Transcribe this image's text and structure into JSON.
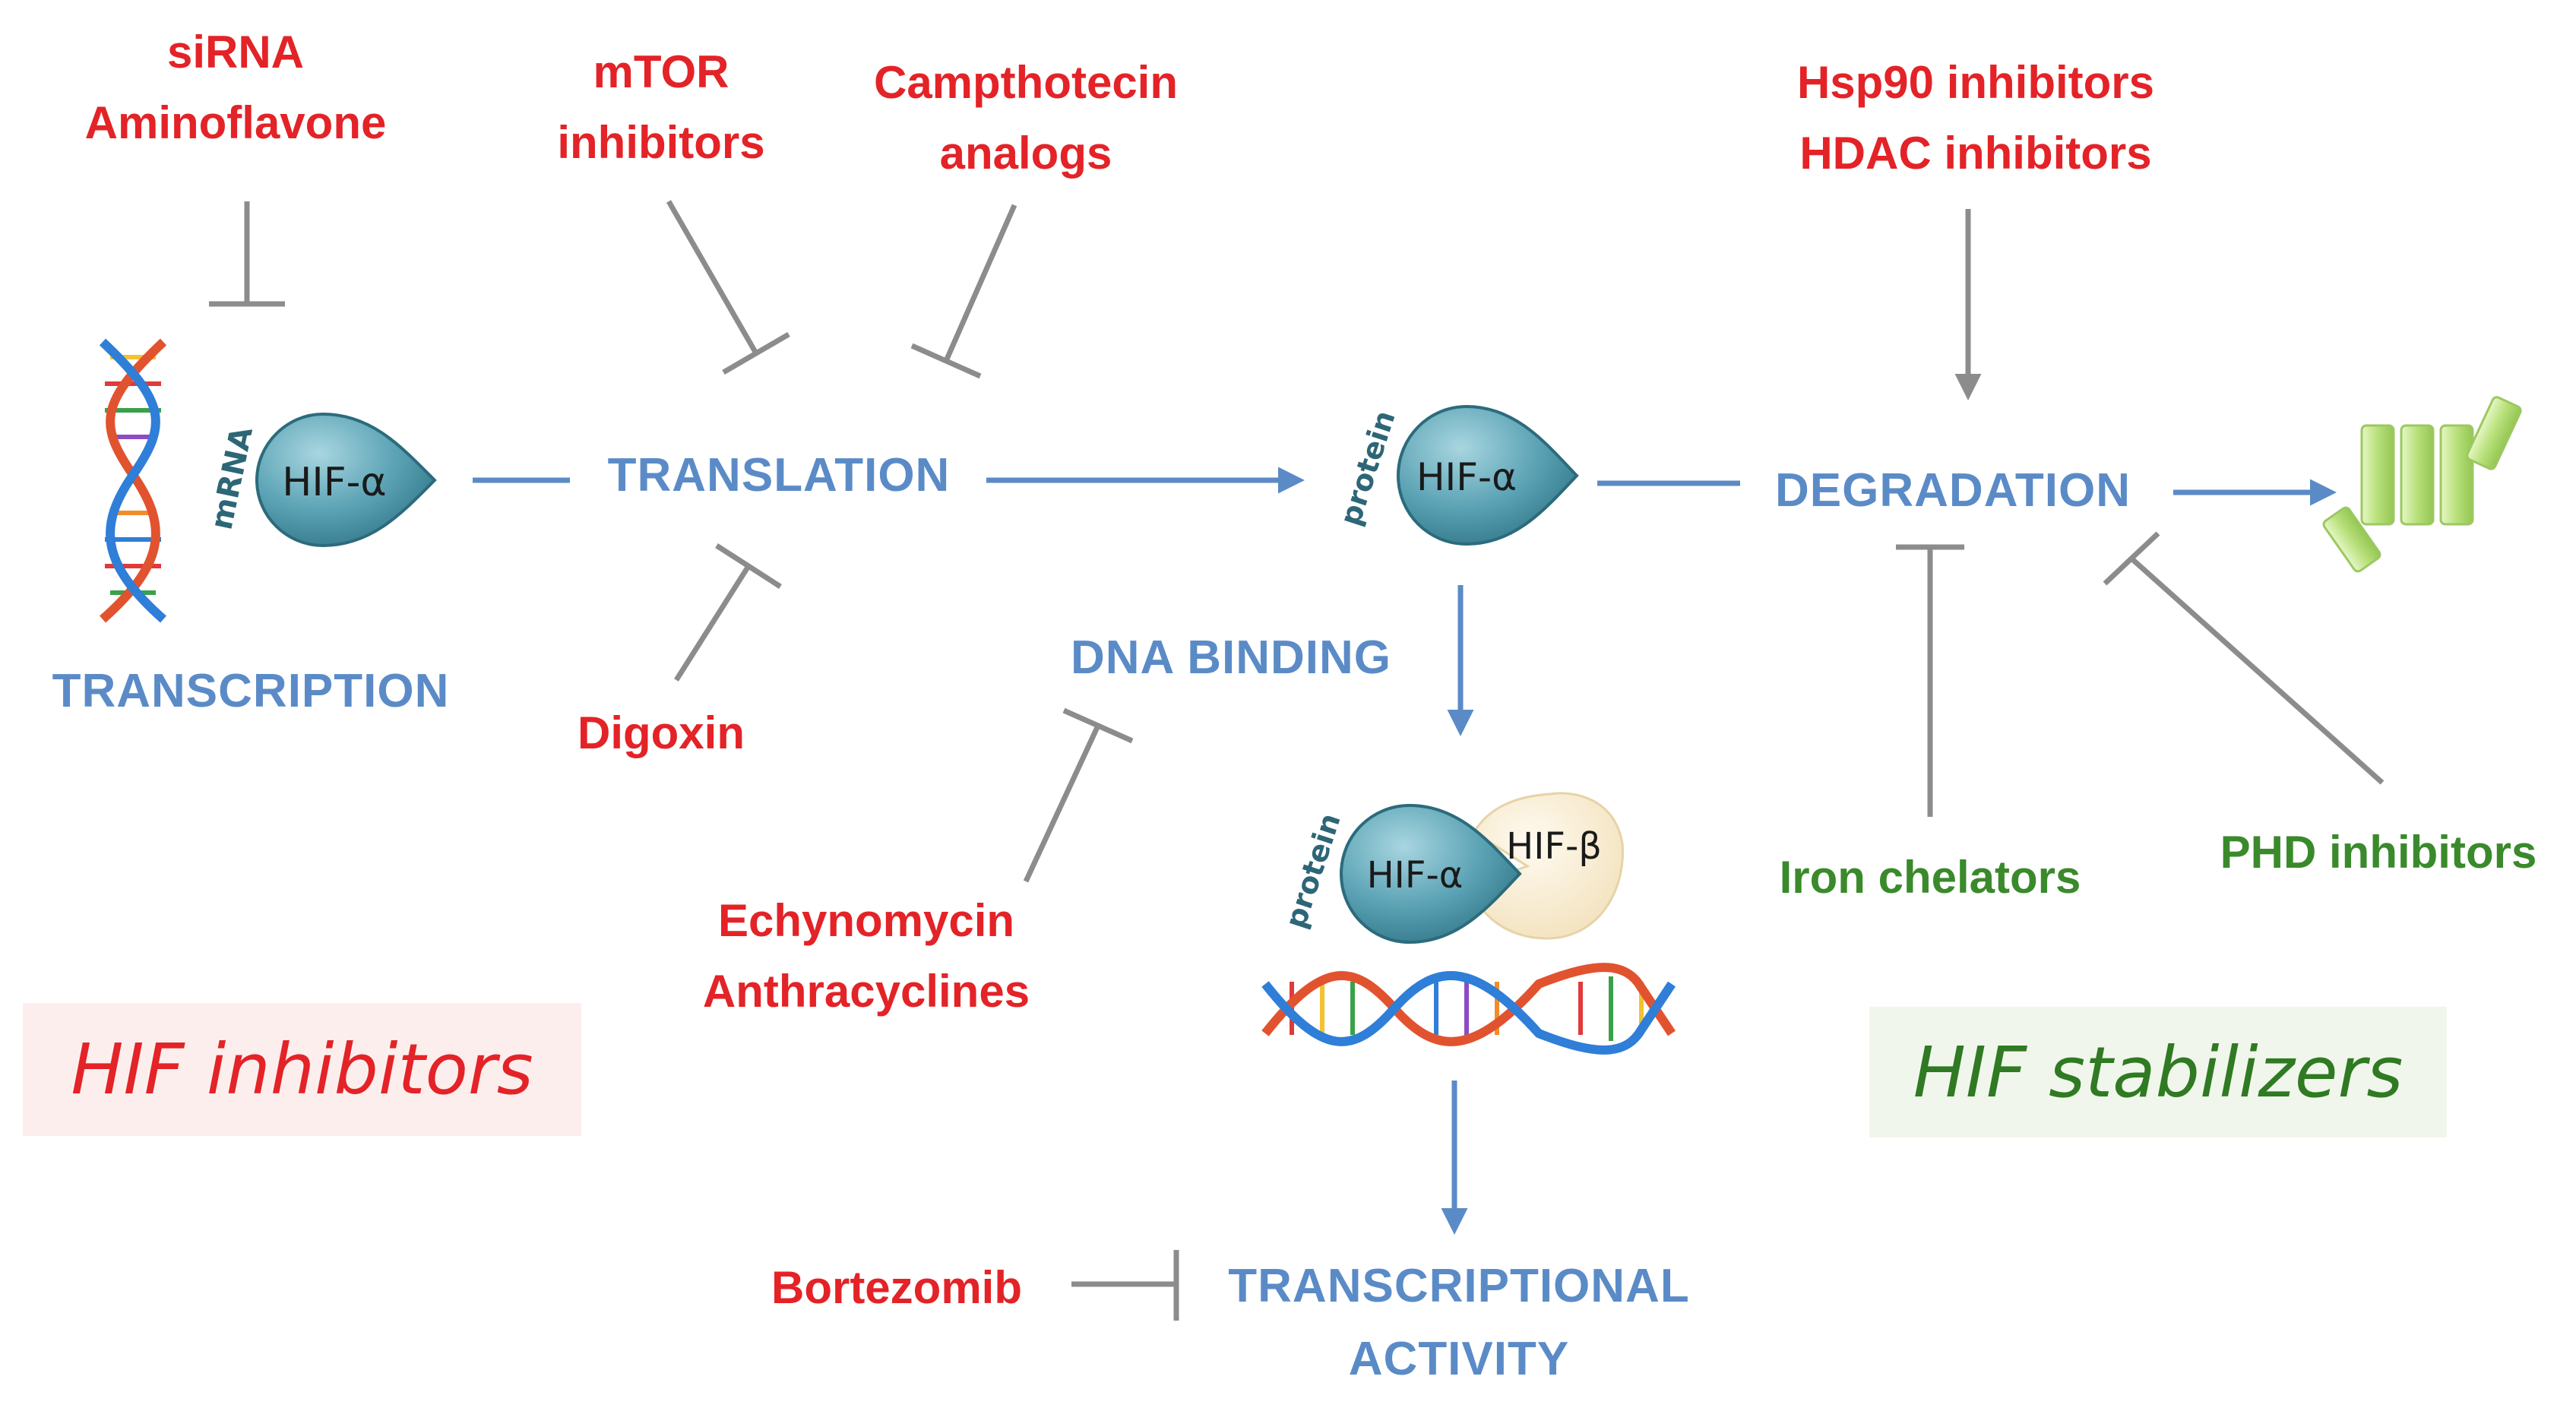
{
  "inhibitors": {
    "sirna": [
      "siRNA",
      "Aminoflavone"
    ],
    "mtor": [
      "mTOR",
      "inhibitors"
    ],
    "campto": [
      "Campthotecin",
      "analogs"
    ],
    "digoxin": "Digoxin",
    "echino": [
      "Echynomycin",
      "Anthracyclines"
    ],
    "bortezomib": "Bortezomib",
    "hsp90": [
      "Hsp90 inhibitors",
      "HDAC inhibitors"
    ]
  },
  "stabilizers": {
    "iron": "Iron chelators",
    "phd": "PHD inhibitors"
  },
  "processes": {
    "transcription": "TRANSCRIPTION",
    "translation": "TRANSLATION",
    "dna_binding": "DNA BINDING",
    "degradation": "DEGRADATION",
    "transcriptional_activity": [
      "TRANSCRIPTIONAL",
      "ACTIVITY"
    ]
  },
  "molecules": {
    "hif_alpha": "HIF-α",
    "hif_beta": "HIF-β",
    "mrna": "mRNA",
    "protein": "protein"
  },
  "legend": {
    "inhibitors": "HIF inhibitors",
    "stabilizers": "HIF stabilizers"
  },
  "colors": {
    "inhibitor_red": "#e32327",
    "process_blue": "#5b8bc7",
    "stabilizer_green": "#3a8a2c",
    "connector_gray": "#8c8c8c",
    "hif_alpha_teal": "#5aa2b4",
    "hif_beta_cream": "#fbf0d8",
    "proteasome_green": "#c2e58e"
  }
}
